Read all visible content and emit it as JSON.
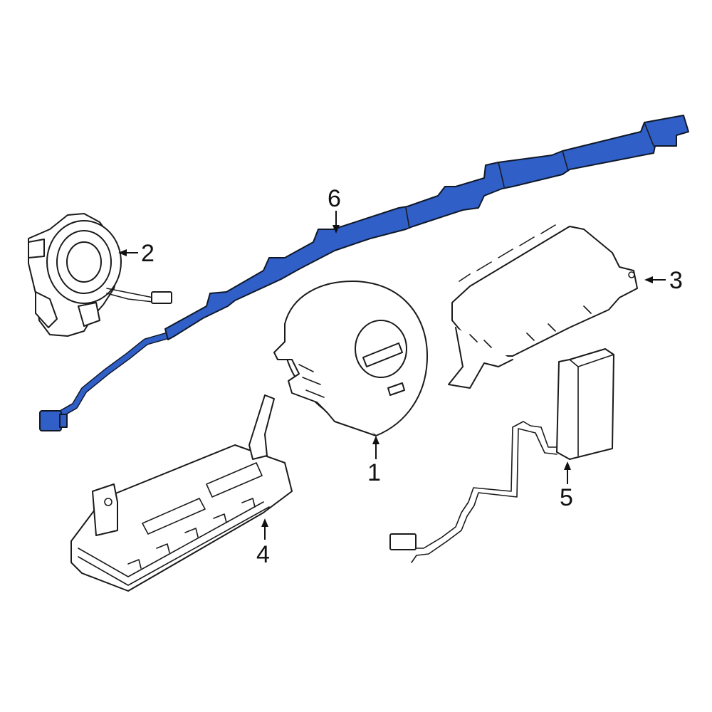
{
  "colors": {
    "highlight": "#2f5fc7",
    "outline": "#1a1a1a",
    "background": "#ffffff"
  },
  "callouts": [
    {
      "id": "1",
      "label": "1"
    },
    {
      "id": "2",
      "label": "2"
    },
    {
      "id": "3",
      "label": "3"
    },
    {
      "id": "4",
      "label": "4"
    },
    {
      "id": "5",
      "label": "5"
    },
    {
      "id": "6",
      "label": "6"
    }
  ],
  "highlighted_part": "6"
}
